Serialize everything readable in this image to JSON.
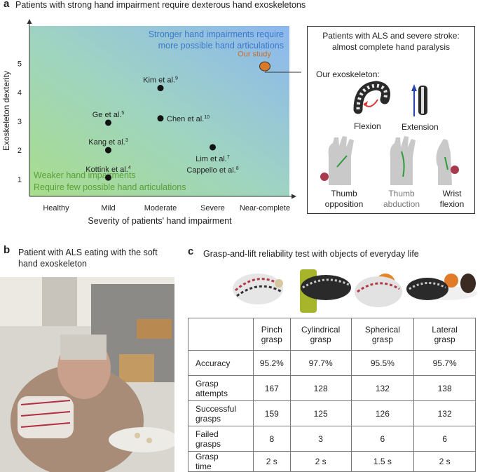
{
  "panel_a": {
    "letter": "a",
    "title": "Patients with strong hand impairment require dexterous hand exoskeletons",
    "top_note_line1": "Stronger hand impairments require",
    "top_note_line2": "more possible hand articulations",
    "bottom_note_line1": "Weaker hand impairments",
    "bottom_note_line2": "Require few possible hand articulations",
    "inset": {
      "heading_line1": "Patients with ALS and severe stroke:",
      "heading_line2": "almost complete hand paralysis",
      "subheading": "Our exoskeleton:",
      "labels": {
        "flexion": "Flexion",
        "extension": "Extension",
        "thumb_opposition_1": "Thumb",
        "thumb_opposition_2": "opposition",
        "thumb_abduction_1": "Thumb",
        "thumb_abduction_2": "abduction",
        "wrist_flexion_1": "Wrist",
        "wrist_flexion_2": "flexion"
      }
    }
  },
  "chart_data": {
    "type": "scatter",
    "xlabel": "Severity of patients' hand impairment",
    "ylabel": "Exoskeleton dexterity",
    "categories": [
      "Healthy",
      "Mild",
      "Moderate",
      "Severe",
      "Near-complete"
    ],
    "y_ticks": [
      1,
      2,
      3,
      4,
      5
    ],
    "ylim": [
      0.4,
      6.3
    ],
    "grid": false,
    "points": [
      {
        "label": "Ge et al.",
        "ref": "5",
        "x": "Mild",
        "y": 2.95
      },
      {
        "label": "Kang et al.",
        "ref": "3",
        "x": "Mild",
        "y": 2.0
      },
      {
        "label": "Kottink et al.",
        "ref": "4",
        "x": "Mild",
        "y": 1.05
      },
      {
        "label": "Kim et al.",
        "ref": "9",
        "x": "Moderate",
        "y": 4.15
      },
      {
        "label": "Chen et al.",
        "ref": "10",
        "x": "Moderate",
        "y": 3.1
      },
      {
        "label": "Lim et al.",
        "ref": "7",
        "label2": "Cappello et al.",
        "ref2": "8",
        "x": "Severe",
        "y": 2.1
      },
      {
        "label": "Our study",
        "ref": "",
        "x": "Near-complete",
        "y": 4.9,
        "highlight": true
      }
    ],
    "colors": {
      "highlight_fill": "#d87a2a",
      "highlight_text": "#c8702a",
      "top_note": "#3c78c8",
      "bottom_note": "#5aa038"
    }
  },
  "panel_b": {
    "letter": "b",
    "title_line1": "Patient with ALS eating with the soft",
    "title_line2": "hand exoskeleton"
  },
  "panel_c": {
    "letter": "c",
    "title": "Grasp-and-lift reliability test with objects of everyday life",
    "table": {
      "columns": [
        "Pinch grasp",
        "Cylindrical grasp",
        "Spherical grasp",
        "Lateral grasp"
      ],
      "rows": [
        {
          "label": "Accuracy",
          "values": [
            "95.2%",
            "97.7%",
            "95.5%",
            "95.7%"
          ]
        },
        {
          "label": "Grasp attempts",
          "values": [
            "167",
            "128",
            "132",
            "138"
          ]
        },
        {
          "label": "Successful grasps",
          "values": [
            "159",
            "125",
            "126",
            "132"
          ]
        },
        {
          "label": "Failed grasps",
          "values": [
            "8",
            "3",
            "6",
            "6"
          ]
        },
        {
          "label": "Grasp time",
          "values": [
            "2 s",
            "2 s",
            "1.5 s",
            "2 s"
          ]
        }
      ]
    }
  }
}
